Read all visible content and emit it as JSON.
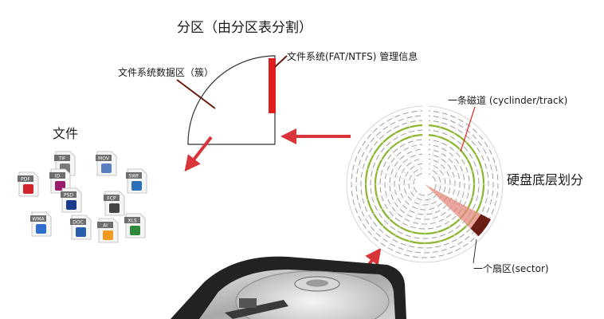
{
  "title": "分区（由分区表分割）",
  "partition": {
    "mgmt_label": "文件系统(FAT/NTFS) 管理信息",
    "data_label": "文件系统数据区（簇）"
  },
  "files": {
    "label": "文件",
    "icons": [
      {
        "name": "tif-file-icon",
        "tag": "TIF",
        "color": "#7a7a7a"
      },
      {
        "name": "mov-file-icon",
        "tag": "MOV",
        "color": "#5a7fc0"
      },
      {
        "name": "pdf-file-icon",
        "tag": "PDF",
        "color": "#d0232a"
      },
      {
        "name": "indd-file-icon",
        "tag": "ID",
        "color": "#9a1b6a"
      },
      {
        "name": "swf-file-icon",
        "tag": "SWF",
        "color": "#2a6fb8"
      },
      {
        "name": "psd-file-icon",
        "tag": "PSD",
        "color": "#1c3a8c"
      },
      {
        "name": "fcp-file-icon",
        "tag": "FCP",
        "color": "#444444"
      },
      {
        "name": "wma-file-icon",
        "tag": "WMA",
        "color": "#2f6fcf"
      },
      {
        "name": "doc-file-icon",
        "tag": "DOC",
        "color": "#2b5cab"
      },
      {
        "name": "ai-file-icon",
        "tag": "AI",
        "color": "#f29a1f"
      },
      {
        "name": "xls-file-icon",
        "tag": "XLS",
        "color": "#2e8a3a"
      }
    ]
  },
  "disk": {
    "track_label": "一条磁道 (cyclinder/track)",
    "layer_label": "硬盘底层划分",
    "sector_label": "一个扇区(sector)"
  },
  "colors": {
    "arrow": "#d8343a",
    "mgmt_bar": "#e01e1e",
    "track": "#8ab62e",
    "sector": "#e48a7c",
    "sector_edge": "#6b1d14"
  }
}
